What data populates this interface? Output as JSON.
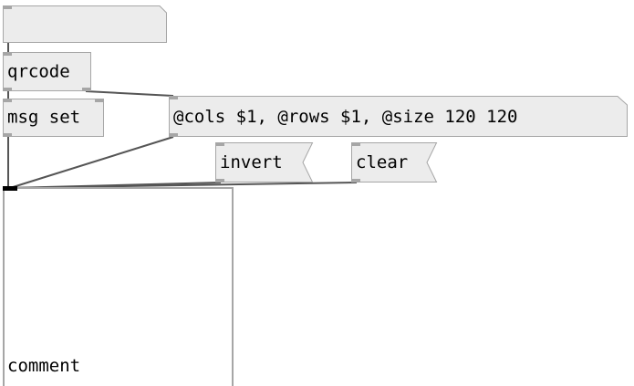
{
  "patch": {
    "objects": {
      "qrcode": {
        "label": "qrcode"
      },
      "msg_set": {
        "label": "msg set"
      }
    },
    "messages": {
      "empty": {
        "label": ""
      },
      "cols_rows_size": {
        "label": "@cols $1, @rows $1, @size 120 120"
      },
      "invert": {
        "label": "invert"
      },
      "clear": {
        "label": "clear"
      }
    },
    "comment": {
      "label": "comment"
    }
  },
  "colors": {
    "box_fill": "#ececec",
    "box_border": "#a6a6a6",
    "wire": "#555555",
    "inlet_active": "#000000"
  }
}
